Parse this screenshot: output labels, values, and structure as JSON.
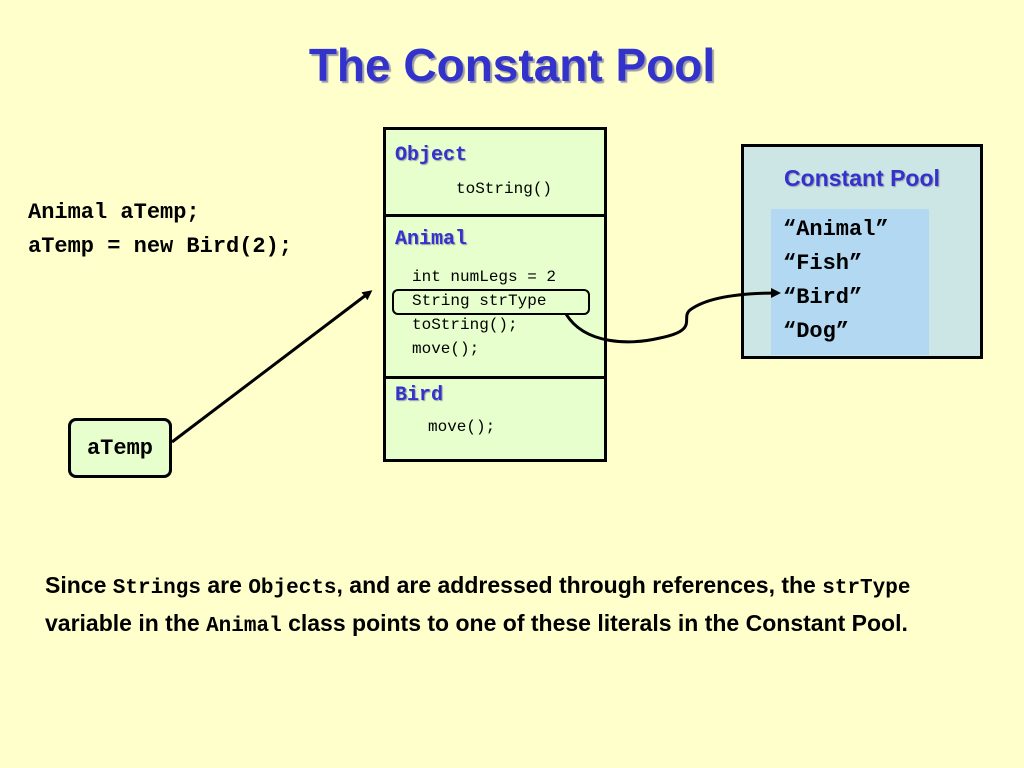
{
  "title": "The Constant Pool",
  "code_lines": [
    "Animal aTemp;",
    "aTemp = new Bird(2);"
  ],
  "classes": [
    {
      "name": "Object",
      "members": [
        "toString()"
      ]
    },
    {
      "name": "Animal",
      "members": [
        "int numLegs = 2",
        "String strType",
        "toString();",
        "move();"
      ]
    },
    {
      "name": "Bird",
      "members": [
        "move();"
      ]
    }
  ],
  "constant_pool": {
    "title": "Constant Pool",
    "literals": [
      "“Animal”",
      "“Fish”",
      "“Bird”",
      "“Dog”"
    ]
  },
  "variable": "aTemp",
  "caption": {
    "p1": "Since ",
    "c1": "Strings",
    "p2": " are ",
    "c2": "Objects",
    "p3": ", and are addressed through references, the ",
    "c3": "strType",
    "p4": " variable in the ",
    "c4": "Animal",
    "p5": " class points to one of these literals in the Constant Pool."
  }
}
